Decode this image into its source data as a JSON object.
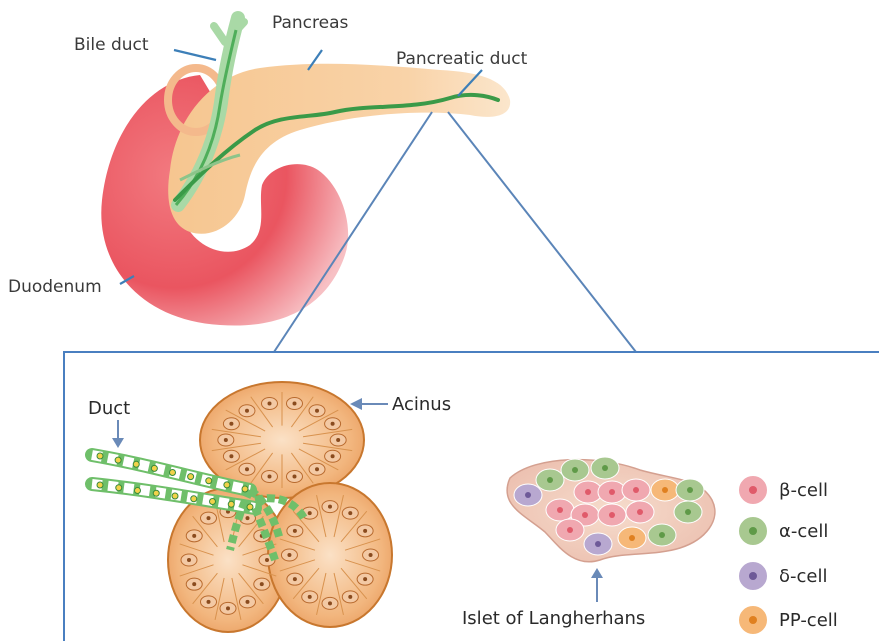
{
  "labels": {
    "bile_duct": "Bile duct",
    "pancreas": "Pancreas",
    "pancreatic_duct": "Pancreatic duct",
    "duodenum": "Duodenum",
    "duct": "Duct",
    "acinus": "Acinus",
    "islet": "Islet of Langherhans"
  },
  "legend": [
    {
      "label": "β-cell",
      "color": "#f0a8b0",
      "core": "#e05a6a",
      "icon": "beta-cell-icon"
    },
    {
      "label": "α-cell",
      "color": "#a8c890",
      "core": "#5f9a48",
      "icon": "alpha-cell-icon"
    },
    {
      "label": "δ-cell",
      "color": "#b8a8d0",
      "core": "#6e5a98",
      "icon": "delta-cell-icon"
    },
    {
      "label": "PP-cell",
      "color": "#f6b878",
      "core": "#e08020",
      "icon": "pp-cell-icon"
    }
  ],
  "colors": {
    "duodenum": "#ec5a62",
    "pancreas": "#f8cf9e",
    "duct": "#3a9a48",
    "acinus": "#f0b27a",
    "frame": "#4a7fc0"
  }
}
